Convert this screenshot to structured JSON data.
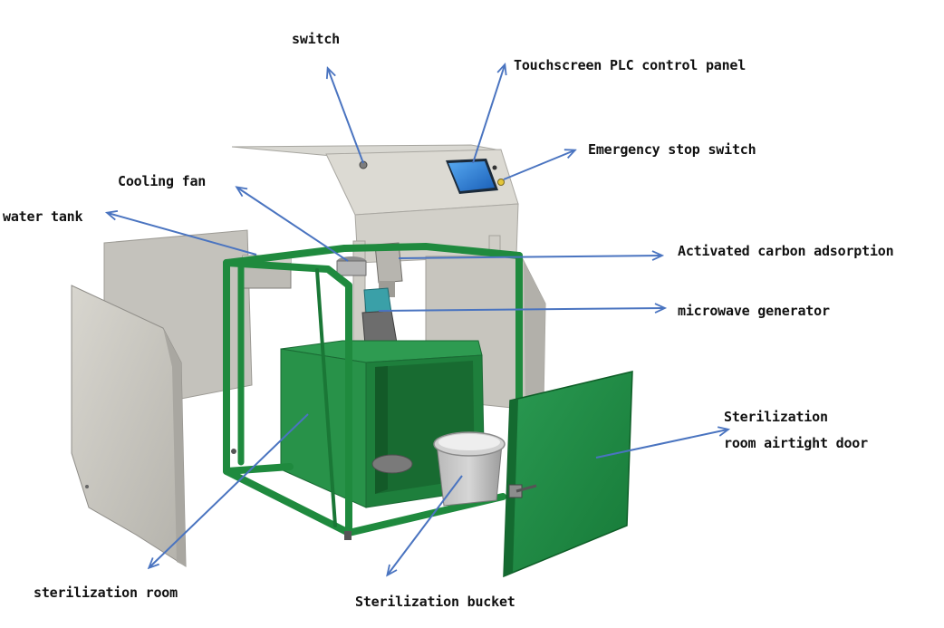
{
  "labels": {
    "switch": "switch",
    "touchscreen": "Touchscreen PLC control panel",
    "emergency_stop": "Emergency stop switch",
    "cooling_fan": "Cooling fan",
    "water_tank": "water tank",
    "activated_carbon": "Activated carbon adsorption",
    "microwave_generator": "microwave generator",
    "door_line1": "Sterilization",
    "door_line2": "room airtight door",
    "sterilization_room": "sterilization room",
    "sterilization_bucket": "Sterilization bucket"
  },
  "colors": {
    "arrow": "#4a74c0",
    "frame_green": "#1f8a3e",
    "cabinet_green": "#26924a",
    "panel_grey": "#c9c7c0",
    "screen_blue": "#2a7fd6"
  }
}
